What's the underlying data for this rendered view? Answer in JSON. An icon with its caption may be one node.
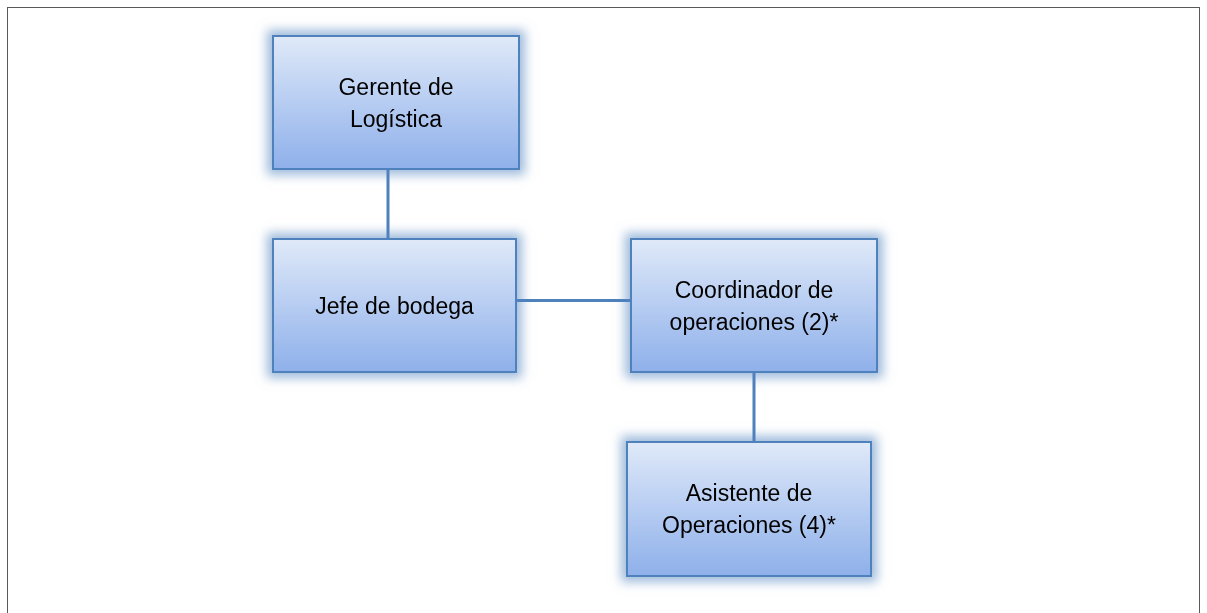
{
  "diagram": {
    "nodes": [
      {
        "text": [
          "Gerente de Logística"
        ]
      },
      {
        "text": [
          "Jefe de bodega"
        ]
      },
      {
        "text": [
          "Coordinador de operaciones (2)*"
        ]
      },
      {
        "text": [
          "Asistente de Operaciones (4)*"
        ]
      }
    ],
    "edges": [
      {
        "from": 0,
        "to": 1,
        "arrow": "none"
      },
      {
        "from": 1,
        "to": 2,
        "arrow": "none"
      },
      {
        "from": 2,
        "to": 3,
        "arrow": "none"
      }
    ]
  }
}
